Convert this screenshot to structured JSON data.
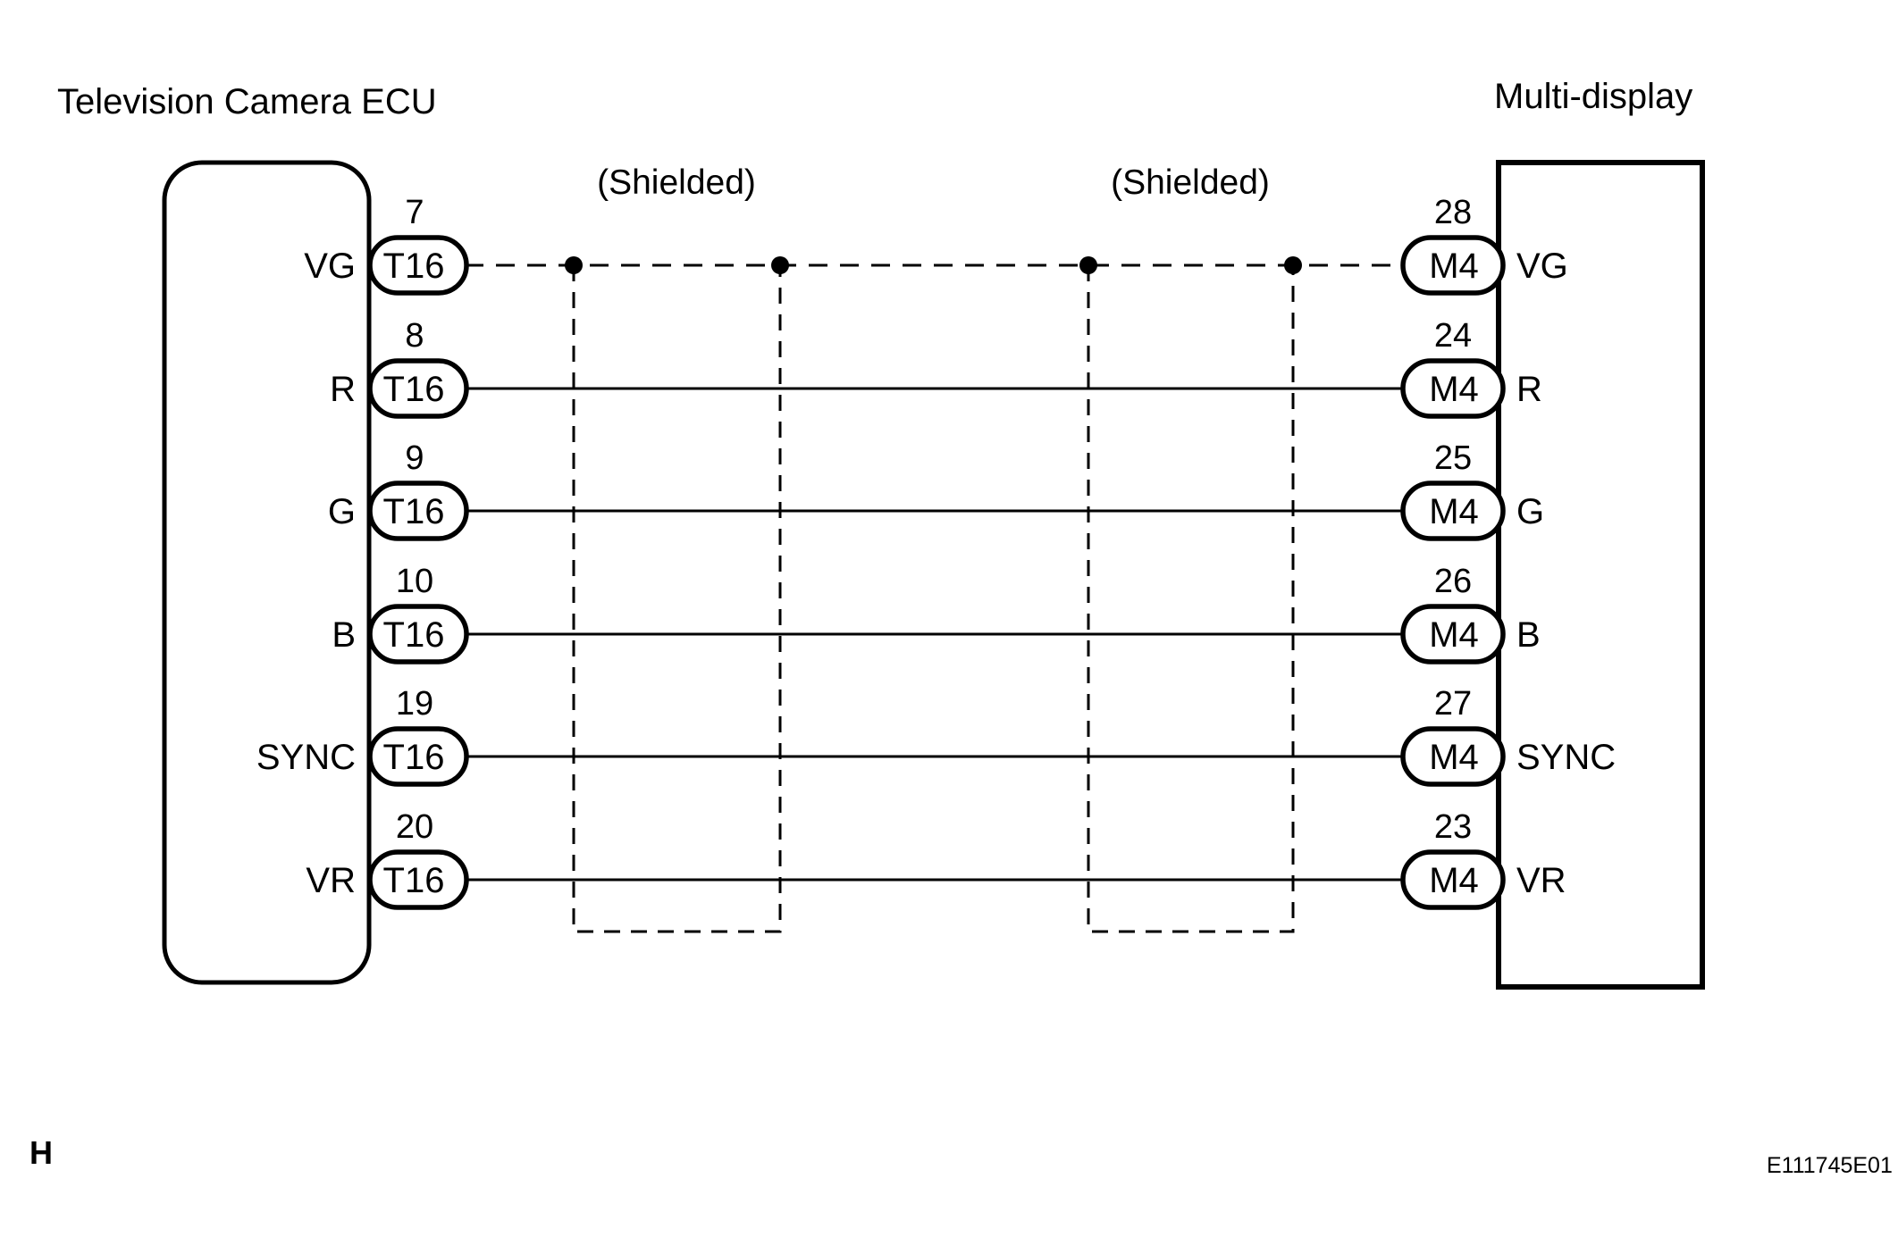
{
  "diagram": {
    "left_component_title": "Television Camera ECU",
    "right_component_title": "Multi-display",
    "left_connector_code": "T16",
    "right_connector_code": "M4",
    "shield_label_1": "(Shielded)",
    "shield_label_2": "(Shielded)",
    "rows": [
      {
        "signal": "VG",
        "left_pin": "7",
        "right_pin": "28",
        "wire_style": "dashed"
      },
      {
        "signal": "R",
        "left_pin": "8",
        "right_pin": "24",
        "wire_style": "solid"
      },
      {
        "signal": "G",
        "left_pin": "9",
        "right_pin": "25",
        "wire_style": "solid"
      },
      {
        "signal": "B",
        "left_pin": "10",
        "right_pin": "26",
        "wire_style": "solid"
      },
      {
        "signal": "SYNC",
        "left_pin": "19",
        "right_pin": "27",
        "wire_style": "solid"
      },
      {
        "signal": "VR",
        "left_pin": "20",
        "right_pin": "23",
        "wire_style": "solid"
      }
    ],
    "page_marker": "H",
    "figure_code": "E111745E01",
    "colors": {
      "line": "#000000",
      "background": "#ffffff"
    }
  }
}
